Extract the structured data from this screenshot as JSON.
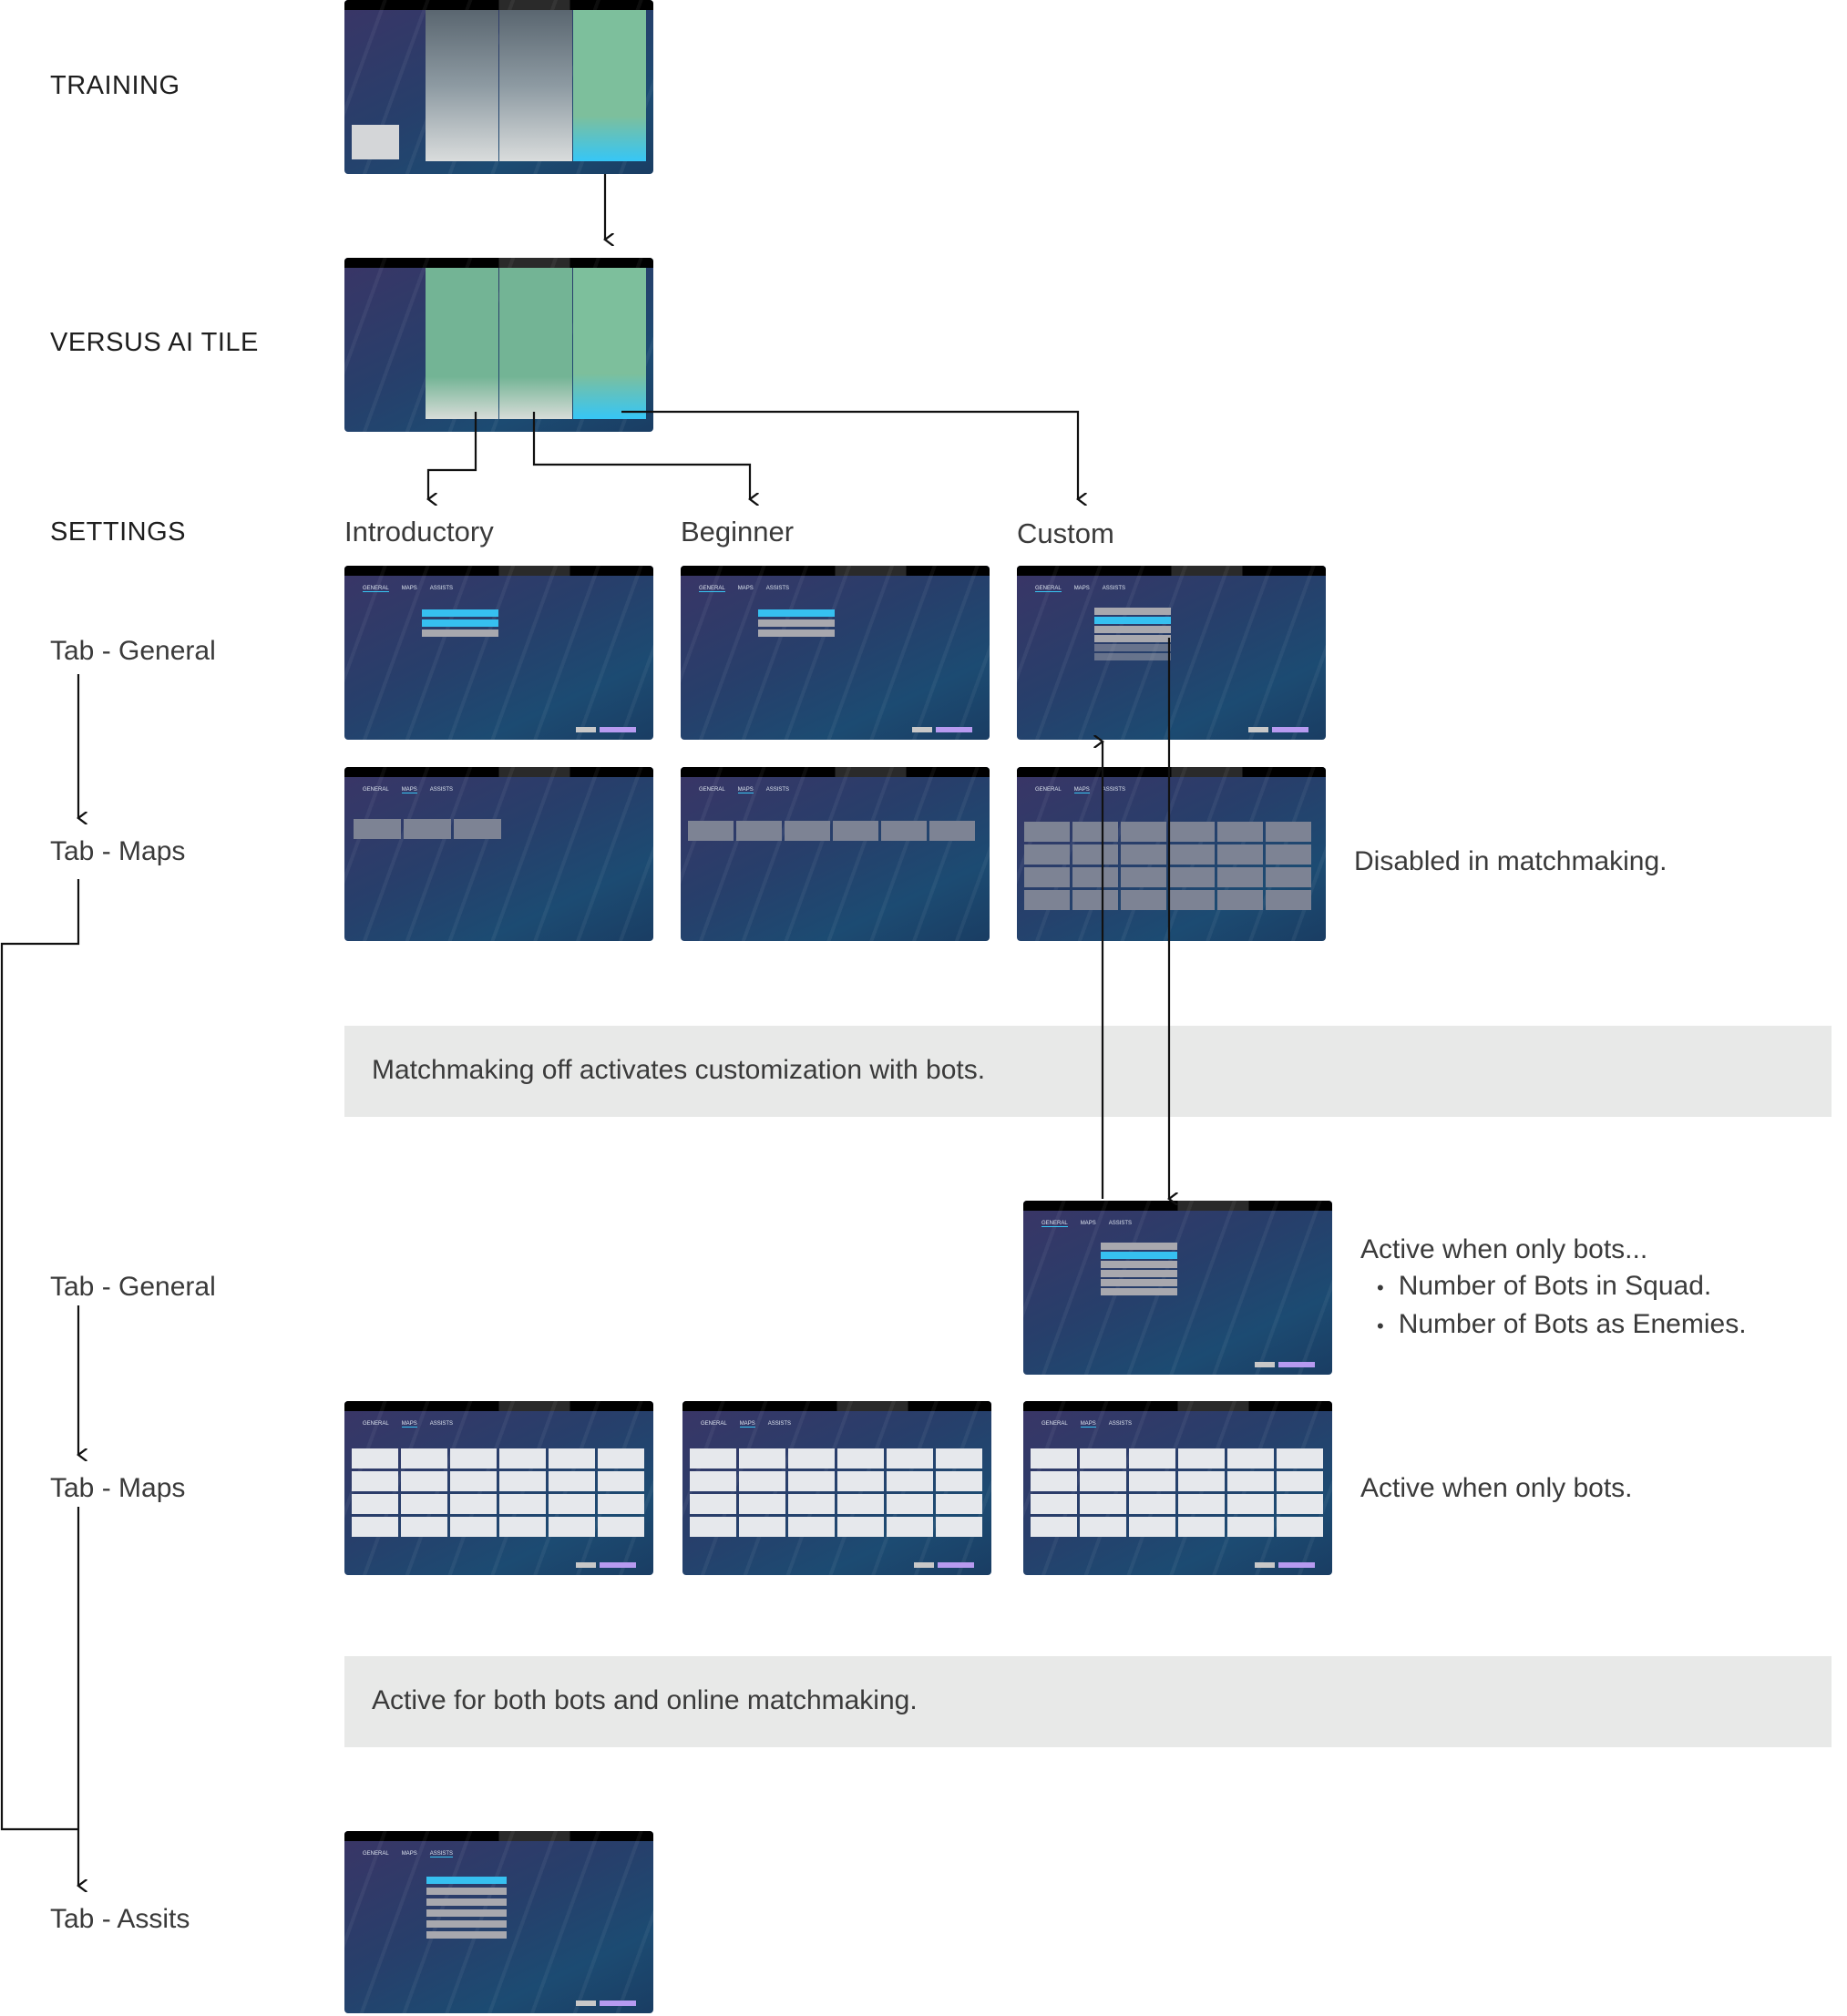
{
  "sections": {
    "training": "TRAINING",
    "versus_ai_tile": "VERSUS AI TILE",
    "settings": "SETTINGS"
  },
  "tabs": {
    "general_1": "Tab - General",
    "maps_1": "Tab - Maps",
    "general_2": "Tab - General",
    "maps_2": "Tab - Maps",
    "assists": "Tab - Assits"
  },
  "columns": {
    "introductory": "Introductory",
    "beginner": "Beginner",
    "custom": "Custom"
  },
  "notes": {
    "disabled_matchmaking": "Disabled in matchmaking.",
    "active_only_bots_title": "Active when only bots...",
    "active_only_bots_items": [
      "Number of Bots in Squad.",
      "Number of Bots as Enemies."
    ],
    "active_when_only_bots": "Active when only bots."
  },
  "bands": {
    "matchmaking_off": "Matchmaking off activates customization with bots.",
    "active_both": "Active for both bots and online matchmaking."
  },
  "thumb_tabs": [
    "GENERAL",
    "MAPS",
    "ASSISTS"
  ]
}
